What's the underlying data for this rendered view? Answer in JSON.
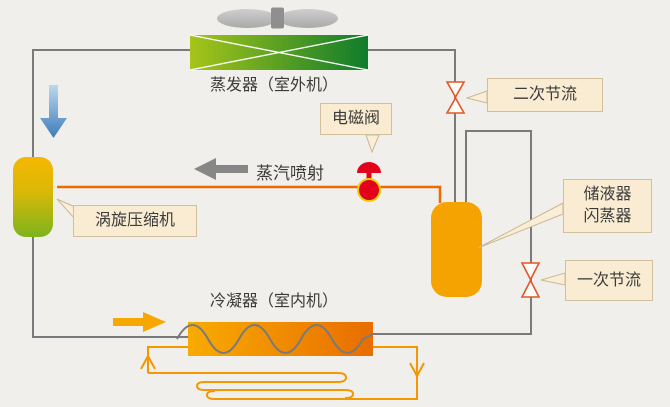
{
  "diagram": {
    "type": "refrigeration-cycle-schematic",
    "components": {
      "fan": {
        "icon": "fan-propeller-icon"
      },
      "evaporator": {
        "label": "蒸发器（室外机）"
      },
      "compressor": {
        "label": "涡旋压缩机"
      },
      "solenoid_valve": {
        "label": "电磁阀"
      },
      "vapor_injection": {
        "label": "蒸汽喷射"
      },
      "secondary_throttle": {
        "label": "二次节流"
      },
      "receiver_flash_tank": {
        "label_line1": "储液器",
        "label_line2": "闪蒸器"
      },
      "primary_throttle": {
        "label": "一次节流"
      },
      "condenser": {
        "label": "冷凝器（室内机）"
      }
    },
    "arrows": {
      "suction_down_arrow": "blue-down-arrow",
      "injection_left_arrow": "gray-left-arrow",
      "condenser_in_arrow": "orange-right-arrow",
      "floor_loop_up_arrow": "orange-up-arrowhead",
      "floor_loop_down_arrow": "orange-down-arrowhead"
    },
    "colors": {
      "background": "#f0efeb",
      "pipe_gray": "#7a7a7a",
      "pipe_orange": "#ec6c00",
      "floor_loop_orange": "#f39800",
      "evaporator_gradient": [
        "#a3c216",
        "#0f7c2b"
      ],
      "compressor_gradient": [
        "#f4b700",
        "#7cb41c"
      ],
      "condenser_gradient": [
        "#f8ab00",
        "#e96e00"
      ],
      "tank_orange": "#f5a300",
      "valve_red": "#e3001b",
      "valve_ring_yellow": "#f0cf00",
      "throttle_outline": "#e2572b",
      "label_box_bg": "#faecd2",
      "label_box_border": "#d2c09c",
      "blue_arrow_gradient": [
        "#b9d5ec",
        "#3c7cba"
      ],
      "fan_gray": "#b9b9b9",
      "text": "#3b3b3b"
    }
  }
}
